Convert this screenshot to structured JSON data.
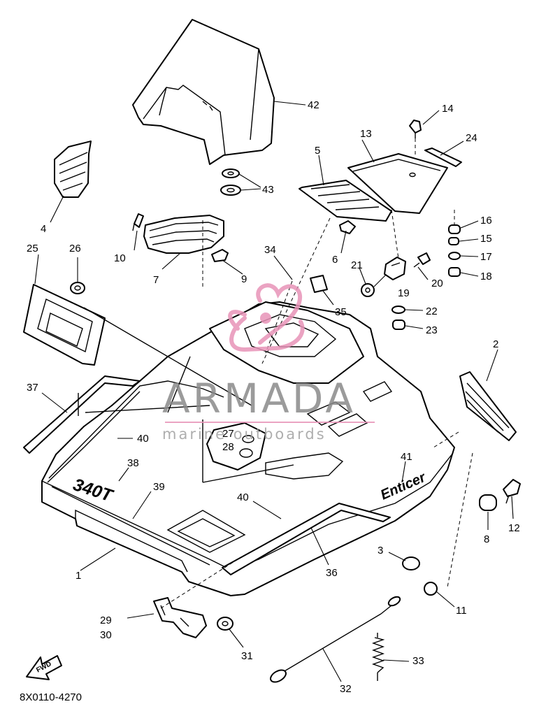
{
  "diagram_code": "8X0110-4270",
  "model_badge": "340T",
  "brand_badge": "Enticer",
  "fwd_label": "FWD",
  "watermark": {
    "main": "ARMADA",
    "sub": "marine outboards",
    "color": "#e893b8",
    "text_color": "#8a8a8a"
  },
  "callouts": [
    "1",
    "2",
    "3",
    "4",
    "5",
    "6",
    "7",
    "8",
    "9",
    "10",
    "11",
    "12",
    "13",
    "14",
    "15",
    "16",
    "17",
    "18",
    "19",
    "20",
    "21",
    "22",
    "23",
    "24",
    "25",
    "26",
    "27",
    "28",
    "29",
    "30",
    "31",
    "32",
    "33",
    "34",
    "35",
    "36",
    "37",
    "38",
    "39",
    "40",
    "40",
    "41",
    "42",
    "43"
  ]
}
